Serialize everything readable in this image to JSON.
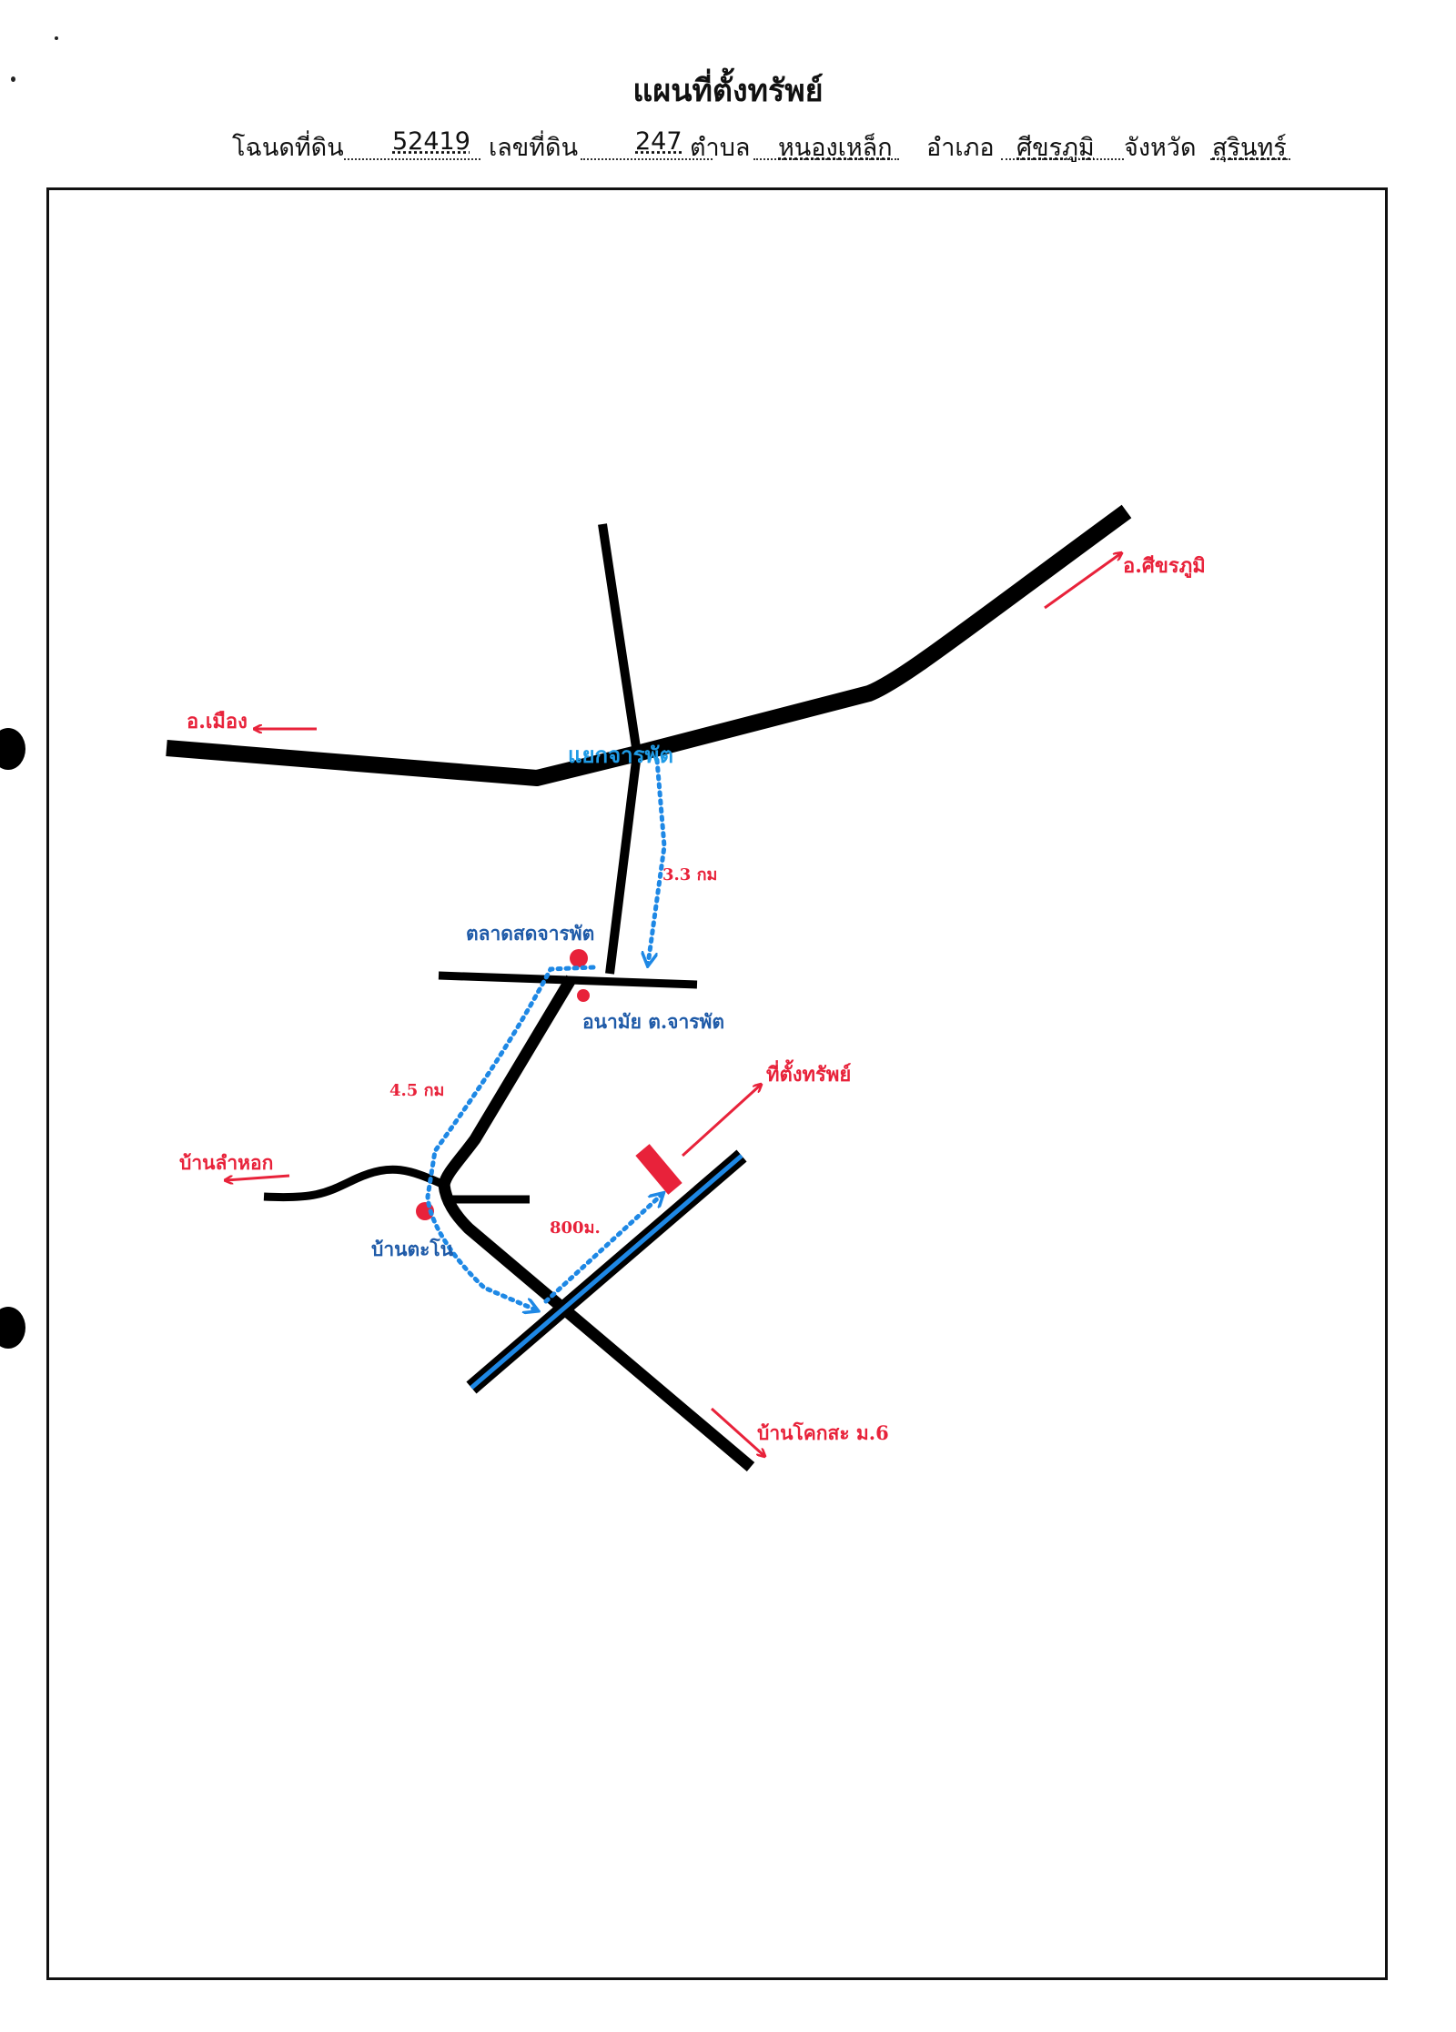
{
  "title": "แผนที่ตั้งทรัพย์",
  "header": {
    "deed_label": "โฉนดที่ดิน",
    "deed_no": "52419",
    "land_no_label": "เลขที่ดิน",
    "land_no": "247",
    "subdistrict_label": "ตำบล",
    "subdistrict": "หนองเหล็ก",
    "district_label": "อำเภอ",
    "district": "ศีขรภูมิ",
    "province_label": "จังหวัด",
    "province": "สุรินทร์"
  },
  "map": {
    "labels": {
      "to_sikhoraphum": "อ.ศีขรภูมิ",
      "to_mueang": "อ.เมือง",
      "junction": "แยกจารพัต",
      "dist_1": "3.3 กม",
      "market": "ตลาดสดจารพัต",
      "health_center": "อนามัย ต.จารพัต",
      "dist_2": "4.5 กม",
      "property": "ที่ตั้งทรัพย์",
      "ban_lam_hok": "บ้านลำหอก",
      "ban_ta_no": "บ้านตะโน",
      "dist_3": "800ม.",
      "ban_khok_sa": "บ้านโคกสะ ม.6"
    },
    "colors": {
      "road": "#000000",
      "route": "#1e88e5",
      "landmark": "#e8223a",
      "label_red": "#e8223a",
      "label_blue": "#1e5aa8",
      "canal": "#1e88e5"
    }
  }
}
